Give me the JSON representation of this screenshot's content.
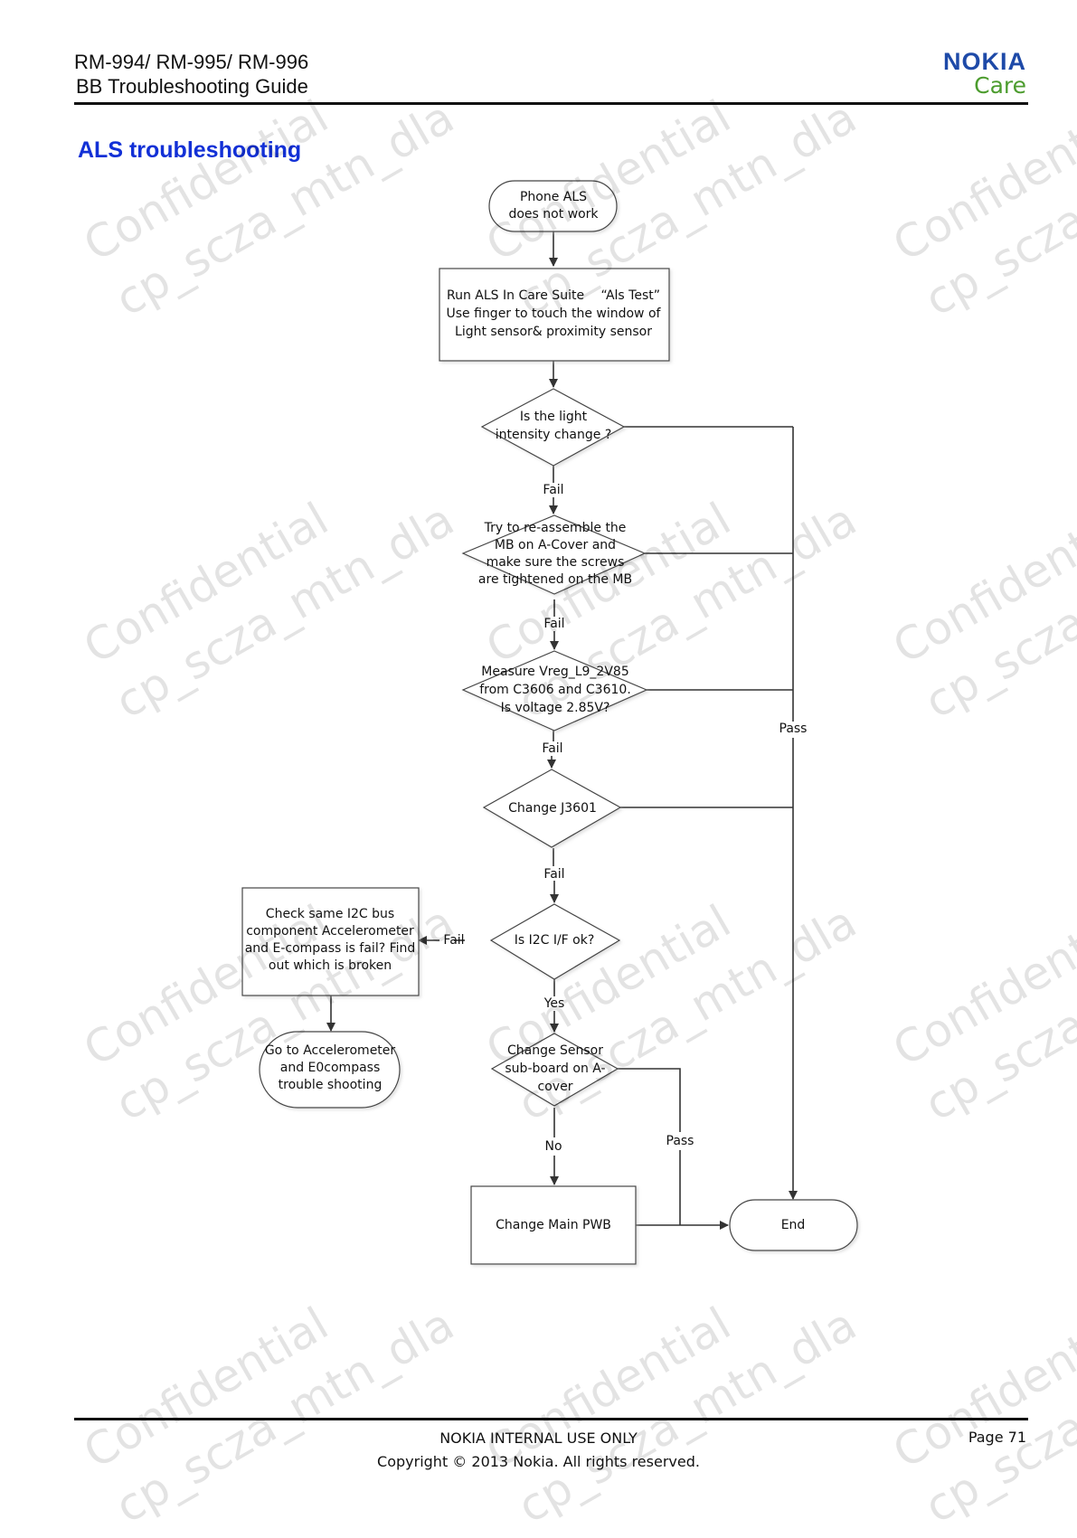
{
  "header": {
    "models": "RM-994/ RM-995/ RM-996",
    "guide_title": "BB Troubleshooting Guide",
    "logo_brand": "NOKIA",
    "logo_sub": "Care"
  },
  "section_title": "ALS troubleshooting",
  "flowchart": {
    "start": [
      "Phone ALS",
      "does not work"
    ],
    "run_test": [
      "Run ALS In Care Suite 　“Als Test”",
      "Use finger to touch the window of",
      "Light sensor& proximity sensor"
    ],
    "q_intensity": [
      "Is the light",
      "intensity change ?"
    ],
    "q_reassemble": [
      "Try to re-assemble the",
      "MB on A-Cover and",
      "make sure the screws",
      "are tightened on the MB"
    ],
    "q_measure": [
      "Measure Vreg_L9_2V85",
      "from C3606 and C3610.",
      "Is voltage 2.85V?"
    ],
    "q_change_j": [
      "Change J3601"
    ],
    "q_i2c": [
      "Is I2C I/F ok?"
    ],
    "check_i2c": [
      "Check same I2C bus",
      "component  Accelerometer",
      "and E-compass is fail? Find",
      "out which is broken"
    ],
    "goto_accel": [
      "Go to Accelerometer",
      "and E0compass",
      "trouble shooting"
    ],
    "q_change_sensor": [
      "Change Sensor",
      "sub-board on A-",
      "cover"
    ],
    "change_pwb": [
      "Change Main PWB"
    ],
    "end": [
      "End"
    ],
    "labels": {
      "fail": "Fail",
      "pass": "Pass",
      "yes": "Yes",
      "no": "No"
    }
  },
  "watermark": {
    "line1": "Confidential",
    "line2": "cp_scza_mtn_dla"
  },
  "footer": {
    "notice": "NOKIA INTERNAL USE ONLY",
    "copyright": "Copyright © 2013 Nokia. All rights reserved.",
    "page": "Page 71"
  }
}
